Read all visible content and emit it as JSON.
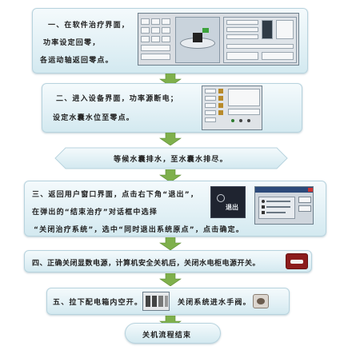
{
  "steps": {
    "s1": {
      "line1": "一、在软件治疗界面，",
      "line2": "功率设定回零，",
      "line3": "各运动轴返回零点。"
    },
    "s2": {
      "line1": "二、进入设备界面，功率源断电；",
      "line2": "设定水囊水位至零点。"
    },
    "s_drain": "等候水囊排水，至水囊水排尽。",
    "s3": {
      "line1": "三、返回用户窗口界面，点击右下角“退出”，",
      "line2": "在弹出的“结束治疗”对话框中选择",
      "line3": "“关闭治疗系统”，选中“同时退出系统原点”，点击确定。",
      "exit_label": "退出"
    },
    "s4": "四、正确关闭显数电源，计算机安全关机后，关闭水电柜电源开关。",
    "s5": {
      "part1": "五、拉下配电箱内空开。",
      "part2": "关闭系统进水手阀。"
    },
    "end": "关机流程结束"
  },
  "colors": {
    "box_fill": "#e3f1f6",
    "box_border": "#b7d3de",
    "arrow_green": "#7fb04c"
  }
}
